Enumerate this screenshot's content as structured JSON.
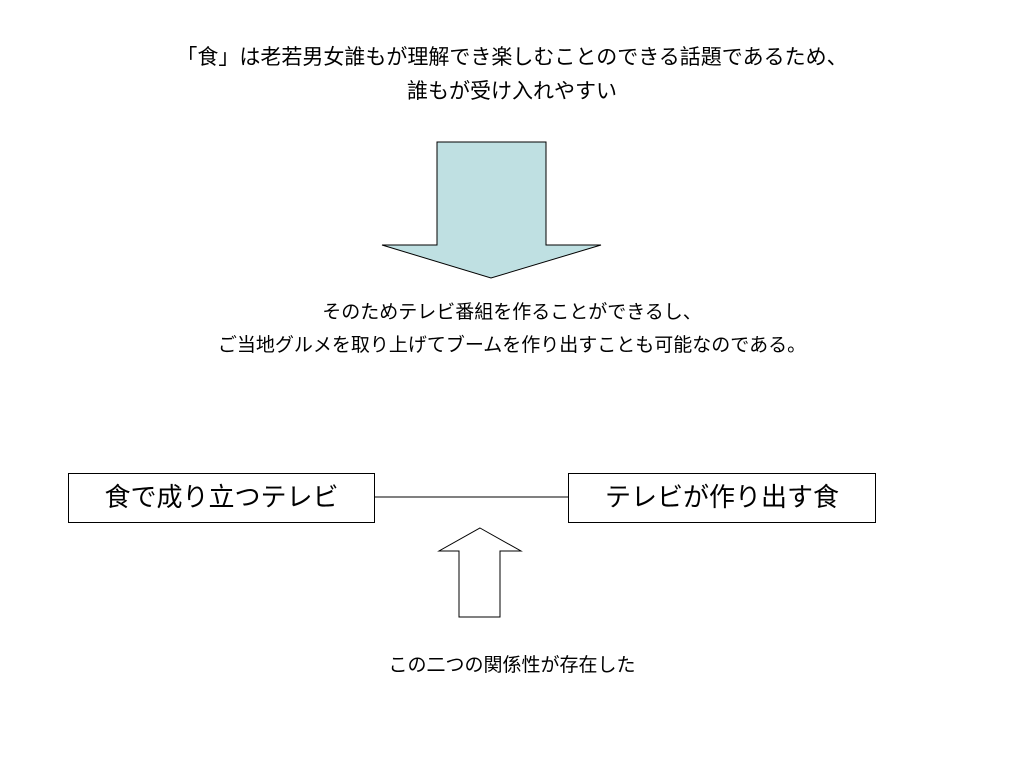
{
  "top_text": {
    "line1": "「食」は老若男女誰もが理解でき楽しむことのできる話題であるため、",
    "line2": "誰もが受け入れやすい"
  },
  "middle_text": {
    "line1": "そのためテレビ番組を作ることができるし、",
    "line2": "ご当地グルメを取り上げてブームを作り出すことも可能なのである。"
  },
  "boxes": {
    "left": "食で成り立つテレビ",
    "right": "テレビが作り出す食"
  },
  "bottom_text": "この二つの関係性が存在した",
  "colors": {
    "down_arrow_fill": "#bfe0e2",
    "up_arrow_fill": "#ffffff",
    "stroke": "#000000"
  }
}
